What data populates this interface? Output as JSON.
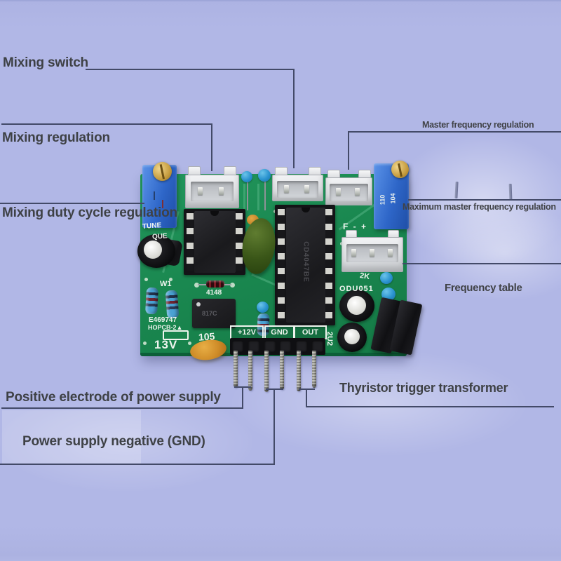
{
  "labels": {
    "mixing_switch": "Mixing switch",
    "mixing_regulation": "Mixing regulation",
    "mixing_duty_cycle": "Mixing duty cycle regulation",
    "master_frequency": "Master frequency regulation",
    "maximum_master_frequency": "Maximum master frequency regulation",
    "frequency_table": "Frequency table",
    "power_positive": "Positive electrode of power supply",
    "power_negative": "Power supply negative (GND)",
    "thyristor_transformer": "Thyristor trigger transformer"
  },
  "silkscreen": {
    "tune": "TUNE",
    "que": "QUE",
    "w1": "W1",
    "diode_4148": "4148",
    "serial": "E469747",
    "model": "HOPCB-2▲",
    "voltage_13v": "13V",
    "cap_105": "105",
    "pin_plus12v": "+12V",
    "pin_gnd": "GND",
    "pin_out": "OUT",
    "cap_2u2": "2U2",
    "freq_header": "F - +",
    "res_2k": "2K",
    "code_odu051": "ODU051"
  },
  "chips": {
    "main_ic": "CD4047BE",
    "optocoupler": "817C"
  },
  "trimmer": {
    "marking_110": "110",
    "marking_104": "104"
  },
  "colors": {
    "background": "#b1b7e6",
    "callout_line": "#434a68",
    "label_text": "#3e4145",
    "pcb_green": "#1a8850",
    "trimmer_blue": "#2f6fd0",
    "connector_white": "#e6e8ea",
    "screw_gold": "#c9a043",
    "component_blue": "#35a0d8",
    "silkscreen_white": "#eef4ee"
  }
}
